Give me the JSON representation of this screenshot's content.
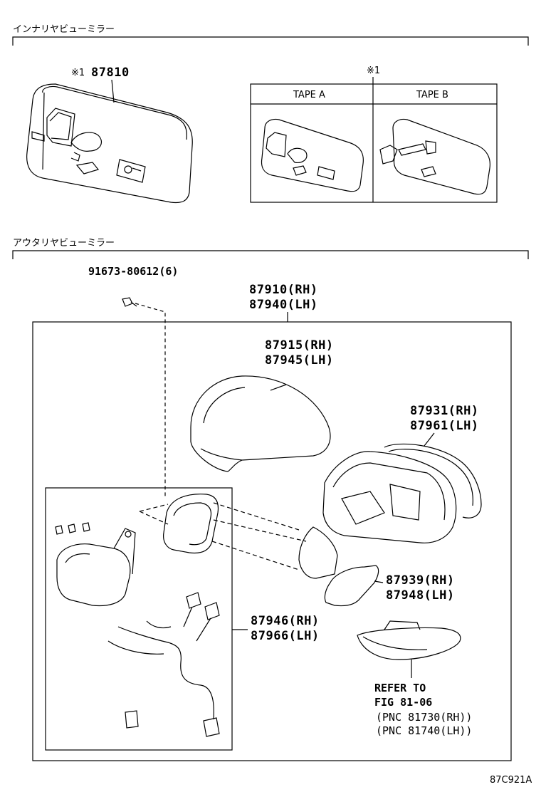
{
  "sections": {
    "inner": "インナリヤビューミラー",
    "outer": "アウタリヤビューミラー"
  },
  "inner_mirror": {
    "mark": "※1",
    "part_no": "87810",
    "tape_header_mark": "※1",
    "tape_a": "TAPE A",
    "tape_b": "TAPE B"
  },
  "outer_mirror": {
    "screw": "91673-80612(6)",
    "assy_rh": "87910(RH)",
    "assy_lh": "87940(LH)",
    "cover_rh": "87915(RH)",
    "cover_lh": "87945(LH)",
    "mirror_rh": "87931(RH)",
    "mirror_lh": "87961(LH)",
    "base_rh": "87939(RH)",
    "base_lh": "87948(LH)",
    "motor_rh": "87946(RH)",
    "motor_lh": "87966(LH)",
    "refer_1": "REFER TO",
    "refer_2": "FIG 81-06",
    "pnc_1": "(PNC 81730(RH))",
    "pnc_2": "(PNC 81740(LH))"
  },
  "figure_code": "87C921A"
}
